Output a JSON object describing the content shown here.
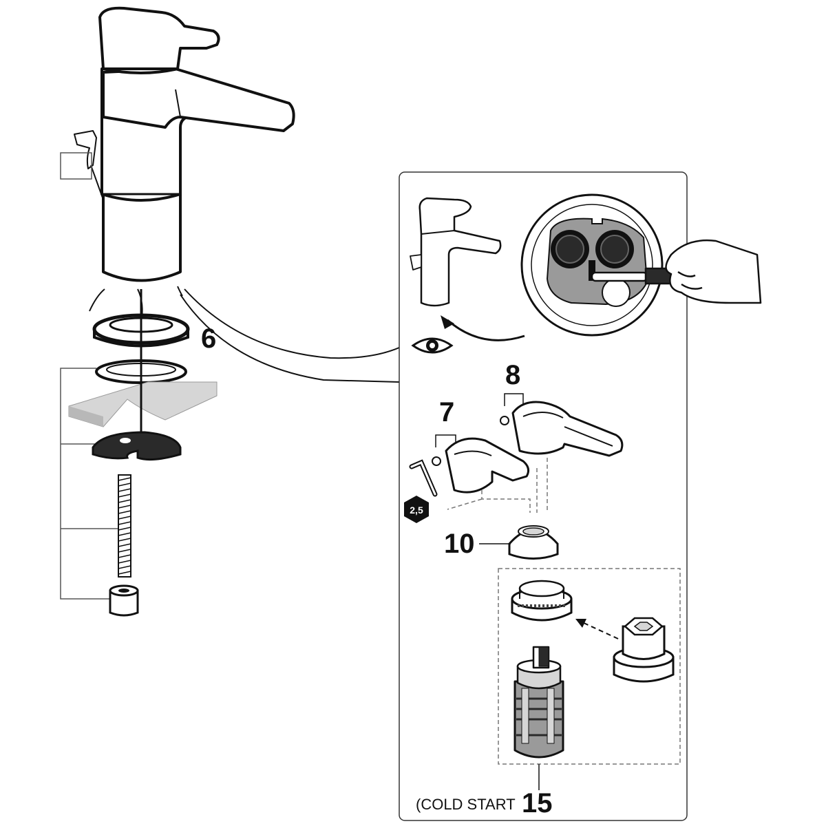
{
  "callouts": {
    "seal_ring": "6",
    "lever_handle_small": "7",
    "lever_handle_large": "8",
    "cover_cap": "10",
    "cartridge": "15"
  },
  "tool_badge": "2,5",
  "cold_start_note": "(COLD START",
  "colors": {
    "outline": "#111111",
    "fill": "#ffffff",
    "shade_light": "#d6d6d6",
    "shade_mid": "#9a9a9a",
    "shade_dark": "#2a2a2a",
    "detail_line": "#666666"
  }
}
